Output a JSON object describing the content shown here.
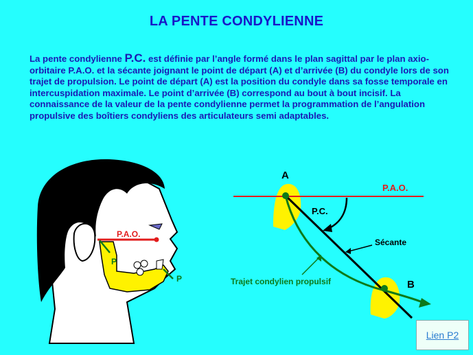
{
  "title": "LA PENTE CONDYLIENNE",
  "paragraph": {
    "intro": "La pente condylienne ",
    "pc": "P.C.",
    "rest": " est définie par l’angle formé dans le plan sagittal par le plan axio-orbitaire P.A.O. et la sécante joignant le point de départ (A) et d’arrivée (B) du condyle lors de son trajet de propulsion. Le point de départ (A) est la position du condyle dans sa fosse temporale en intercuspidation maximale. Le point d’arrivée (B) correspond au bout à bout incisif. La connaissance de la valeur de la pente condylienne permet la programmation de l’angulation propulsive des boîtiers condyliens des articulateurs semi adaptables."
  },
  "head_figure": {
    "pao_label": "P.A.O.",
    "p_label_1": "P",
    "p_label_2": "P"
  },
  "diagram": {
    "point_a": "A",
    "point_b": "B",
    "pao_label": "P.A.O.",
    "pc_label": "P.C.",
    "secante_label": "Sécante",
    "trajet_label": "Trajet condylien propulsif"
  },
  "link": {
    "label": "Lien P2"
  },
  "colors": {
    "background": "#25fefe",
    "title": "#1818c8",
    "pao_red": "#e21c1c",
    "trajet_green": "#0d7a1a",
    "condyle_yellow": "#fff200"
  }
}
